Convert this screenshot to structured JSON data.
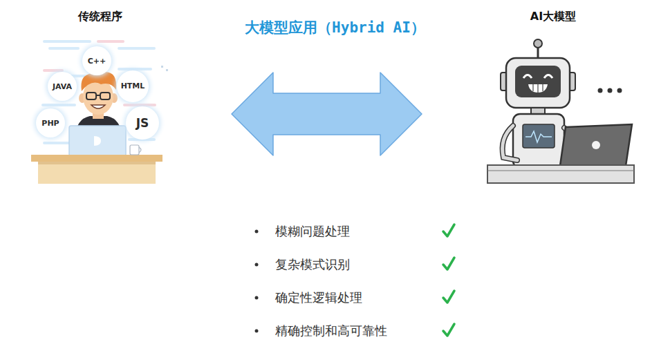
{
  "diagram": {
    "title": "大模型应用（Hybrid AI）",
    "nodes": [
      {
        "text": [
          "传统程序"
        ]
      },
      {
        "text": [
          "C++"
        ],
        "in": 0
      },
      {
        "text": [
          "JAVA"
        ],
        "in": 0
      },
      {
        "text": [
          "HTML"
        ],
        "in": 0
      },
      {
        "text": [
          "PHP"
        ],
        "in": 0
      },
      {
        "text": [
          "JS"
        ],
        "in": 0
      },
      {
        "text": [
          "AI大模型"
        ]
      }
    ],
    "edges": [
      {
        "from": 0,
        "to": 6,
        "arrow": "both"
      }
    ],
    "labels": [
      "模糊问题处理",
      "复杂模式识别",
      "确定性逻辑处理",
      "精确控制和高可靠性"
    ]
  }
}
